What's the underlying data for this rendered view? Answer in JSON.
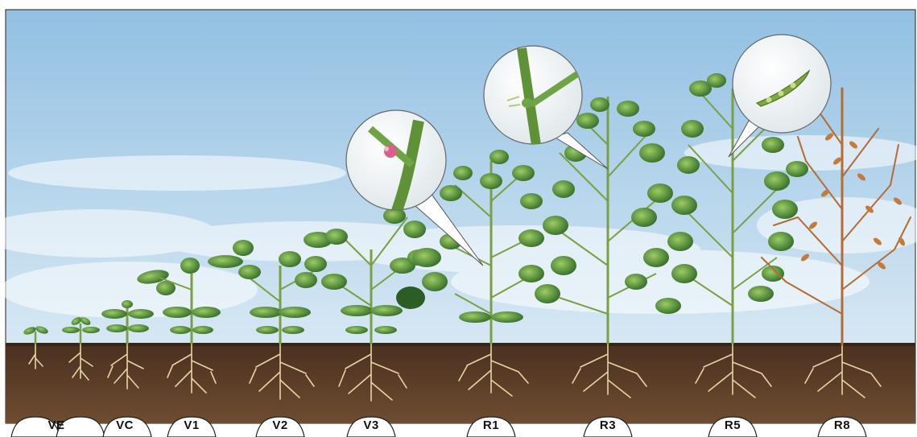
{
  "stages": [
    "VE",
    "VC",
    "V1",
    "V2",
    "V3",
    "R1",
    "R3",
    "R5",
    "R8"
  ],
  "colors": {
    "sky_top": "#9cc7e6",
    "sky_bottom": "#e4eff7",
    "soil": "#5e3f27",
    "soil_line": "#3e2717",
    "root": "#e6d9a8",
    "stem_green": "#6f9a3c",
    "leaf_dark": "#2f6b2a",
    "leaf_light": "#8fbf5a",
    "stem_mature": "#a8632f",
    "flower_pink": "#d9608c",
    "pod_green": "#7fa83e",
    "label_border": "#222222"
  },
  "callouts": [
    {
      "stage": "V3",
      "shows": "flower"
    },
    {
      "stage": "R1",
      "shows": "pod-start"
    },
    {
      "stage": "R5",
      "shows": "pod-seeds"
    }
  ]
}
